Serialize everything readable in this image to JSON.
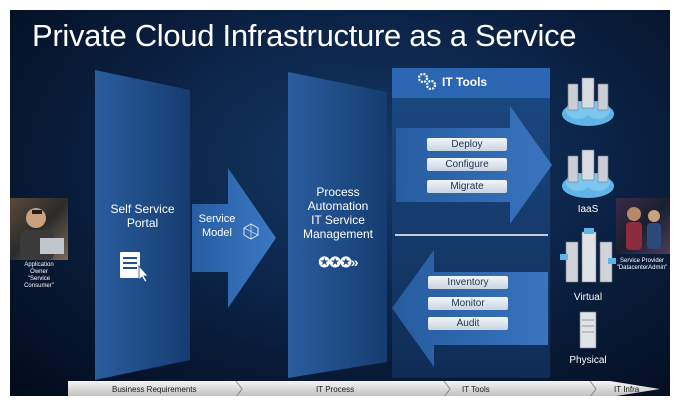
{
  "title": "Private Cloud Infrastructure as a Service",
  "left_person": {
    "caption": [
      "Application",
      "Owner",
      "\"Service",
      "Consumer\""
    ]
  },
  "portal": {
    "label": [
      "Self Service",
      "Portal"
    ]
  },
  "service_model": {
    "label": [
      "Service",
      "Model"
    ]
  },
  "process": {
    "label": [
      "Process",
      "Automation",
      "IT Service",
      "Management"
    ],
    "glyph": "✪✪✪»"
  },
  "it_tools": {
    "header": "IT Tools",
    "forward_buttons": [
      "Deploy",
      "Configure",
      "Migrate"
    ],
    "back_buttons": [
      "Inventory",
      "Monitor",
      "Audit"
    ]
  },
  "infra": {
    "labels": [
      "IaaS",
      "Virtual",
      "Physical"
    ]
  },
  "right_person": {
    "caption": [
      "Service Provider",
      "\"DatacenterAdmin\""
    ]
  },
  "bottom_bar": {
    "labels": [
      "Business Requirements",
      "IT Process",
      "IT Tools",
      "IT Infra"
    ]
  },
  "colors": {
    "panel_blue": "#1f4f8c",
    "arrow_blue": "#2f66ac",
    "tools_header": "#2c66b3",
    "background": "#0b2347"
  }
}
